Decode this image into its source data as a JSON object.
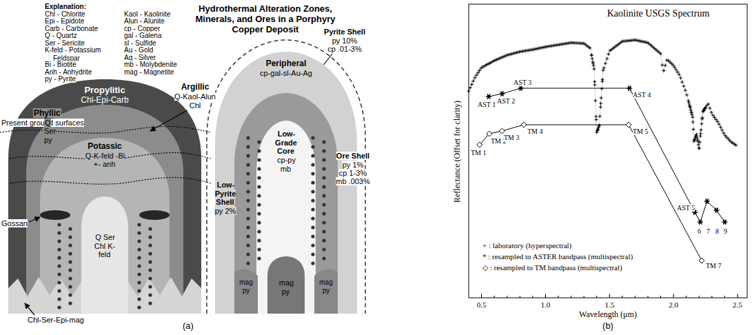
{
  "diagram": {
    "title": "Hydrothermal Alteration Zones, Minerals, and Ores in a Porphyry Copper Deposit",
    "nodes": [
      {
        "text": [
          "Propylitic",
          "Chl-Epi-Carb"
        ]
      },
      {
        "text": [
          "Phyllic",
          "Q Ser py"
        ],
        "in": 0
      },
      {
        "text": [
          "Potassic",
          "Q-K-feld -Bi +- anh"
        ],
        "in": 1
      },
      {
        "text": [
          "Q Ser Chl K-feld"
        ],
        "in": 2
      },
      {
        "text": [
          "Peripheral",
          "cp-gal-sl-Au-Ag"
        ]
      },
      {
        "text": [
          "Low-Pyrite Shell",
          "py 2%"
        ],
        "in": 4
      },
      {
        "text": [
          "Low-Grade Core",
          "cp-py mb"
        ],
        "in": 5
      },
      {
        "text": [
          "mag py"
        ],
        "in": 6
      }
    ],
    "labels": [
      "Explanation:",
      "Chl - Chlorite",
      "Epi - Epidote",
      "Carb - Carbonate",
      "Q - Quartz",
      "Ser - Sericite",
      "K-feld - Potassium Feldspar",
      "Bi - Biotite",
      "Anh - Anhydrite",
      "py - Pyrite",
      "Kaol - Kaolinite",
      "Alun - Alunite",
      "cp - Copper",
      "gal - Galena",
      "sl - Sulfide",
      "Au - Gold",
      "Ag - Silver",
      "mb - Molybdenite",
      "mag - Magnetite",
      "Argillic",
      "Q-Kaol-Alun",
      "Chl",
      "Present ground surfaces",
      "Gossan",
      "Chl-Ser-Epi-mag",
      "(a)",
      "Pyrite Shell",
      "py 10%",
      "cp .01-3%",
      "Ore Shell",
      "py 1%",
      "cp 1-3%",
      "mb .003%",
      "mag py",
      "mag py",
      "Kaolinite USGS Spectrum",
      "0.5",
      "1.0",
      "1.5",
      "2.0",
      "2.5",
      "Wavelength (μm)",
      "Reflectance (Offset for clarity)",
      "AST 1",
      "AST 2",
      "AST 3",
      "AST 4",
      "AST 5",
      "6",
      "7",
      "8",
      "9",
      "TM 1",
      "TM 2",
      "TM 3",
      "TM 4",
      "TM 5",
      "TM 7",
      "(b)"
    ],
    "legend": [
      {
        "text": "+ : laboratory (hyperspectral)"
      },
      {
        "text": "* : resampled to ASTER bandpass (multispectral)"
      },
      {
        "text": "◇ : resampled to TM bandpass (multispectral)"
      }
    ]
  }
}
